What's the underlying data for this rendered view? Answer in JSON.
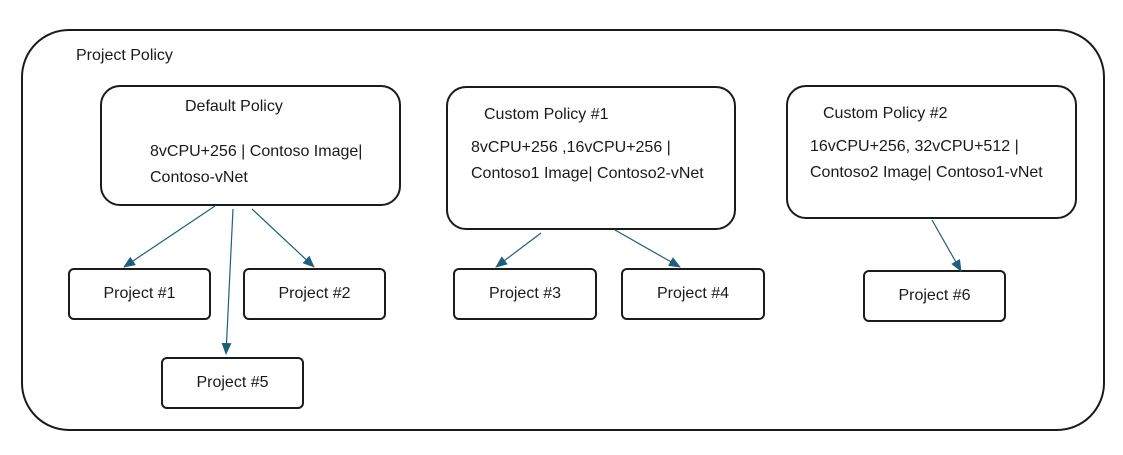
{
  "diagram": {
    "title": "Project Policy",
    "policies": [
      {
        "title": "Default Policy",
        "description": "8vCPU+256 | Contoso Image| Contoso-vNet"
      },
      {
        "title": "Custom Policy #1",
        "description": "8vCPU+256 ,16vCPU+256 | Contoso1 Image| Contoso2-vNet"
      },
      {
        "title": "Custom Policy #2",
        "description": "16vCPU+256, 32vCPU+512 | Contoso2 Image| Contoso1-vNet"
      }
    ],
    "projects": [
      {
        "label": "Project #1"
      },
      {
        "label": "Project #2"
      },
      {
        "label": "Project #5"
      },
      {
        "label": "Project #3"
      },
      {
        "label": "Project #4"
      },
      {
        "label": "Project #6"
      }
    ],
    "connections": [
      {
        "from": "Default Policy",
        "to": "Project #1"
      },
      {
        "from": "Default Policy",
        "to": "Project #5"
      },
      {
        "from": "Default Policy",
        "to": "Project #2"
      },
      {
        "from": "Custom Policy #1",
        "to": "Project #3"
      },
      {
        "from": "Custom Policy #1",
        "to": "Project #4"
      },
      {
        "from": "Custom Policy #2",
        "to": "Project #6"
      }
    ],
    "colors": {
      "border": "#1b1b1b",
      "arrow": "#1f5f7a"
    }
  }
}
